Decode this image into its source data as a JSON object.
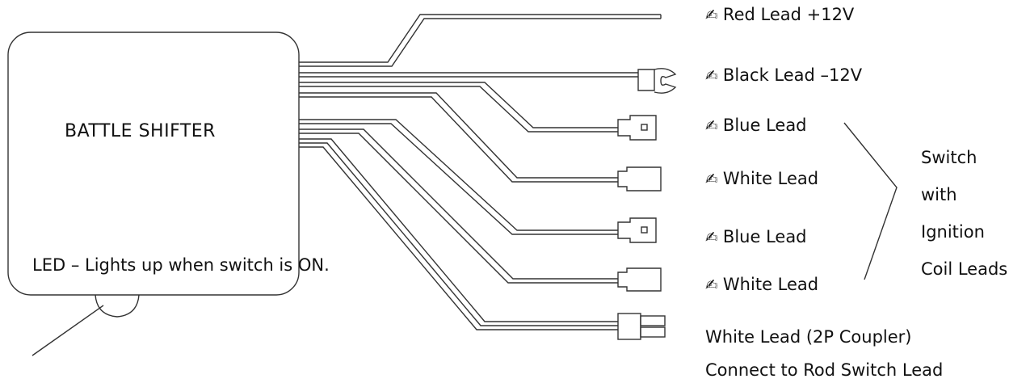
{
  "box": {
    "title": "BATTLE SHIFTER"
  },
  "led": {
    "label": "LED – Lights up when switch is ON."
  },
  "leads": [
    {
      "marker": "✍",
      "label": "Red Lead +12V"
    },
    {
      "marker": "✍",
      "label": "Black Lead –12V"
    },
    {
      "marker": "✍",
      "label": "Blue Lead"
    },
    {
      "marker": "✍",
      "label": "White Lead"
    },
    {
      "marker": "✍",
      "label": "Blue Lead"
    },
    {
      "marker": "✍",
      "label": "White Lead"
    }
  ],
  "coupler": {
    "line1": "White Lead (2P Coupler)",
    "line2": "Connect to Rod Switch Lead"
  },
  "group": {
    "lines": [
      "Switch",
      "with",
      "Ignition",
      "Coil Leads"
    ]
  }
}
